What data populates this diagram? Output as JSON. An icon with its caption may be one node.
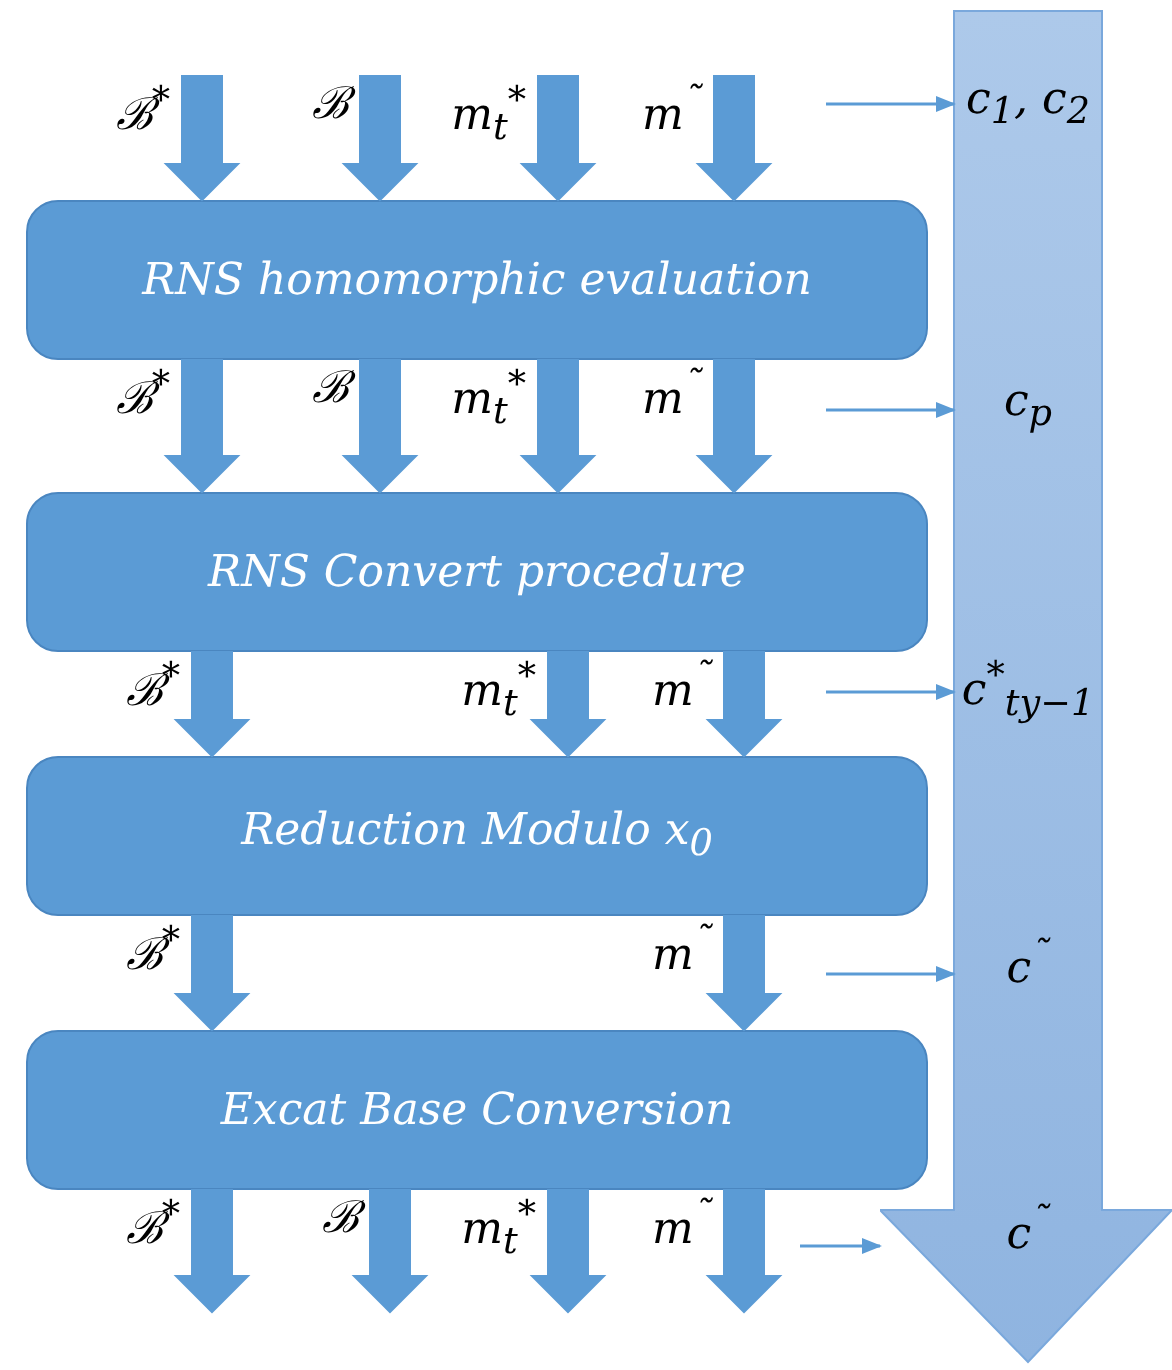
{
  "diagram": {
    "nodes": [
      {
        "text": [
          "RNS homomorphic evaluation"
        ]
      },
      {
        "text": [
          "RNS Convert procedure"
        ]
      },
      {
        "text": [
          "Reduction Modulo x$_{0}$"
        ]
      },
      {
        "text": [
          "Excat Base Conversion"
        ]
      },
      {
        "text": [
          "c$_{1}$, c$_{2}$",
          "c$_{p}$",
          "c$^{*}$$_{ty−1}$",
          "c$^{˜}$",
          "c$^{˜}$"
        ]
      }
    ],
    "edges": [
      {
        "from": null,
        "to": 0,
        "arrow": "to",
        "style": "thick",
        "label": "ℬ$^{*}$"
      },
      {
        "from": null,
        "to": 0,
        "arrow": "to",
        "style": "thick",
        "label": "ℬ"
      },
      {
        "from": null,
        "to": 0,
        "arrow": "to",
        "style": "thick",
        "label": "m$_{t}$$^{*}$"
      },
      {
        "from": null,
        "to": 0,
        "arrow": "to",
        "style": "thick",
        "label": "m$^{˜}$"
      },
      {
        "from": 0,
        "to": 1,
        "arrow": "to",
        "style": "thick",
        "label": "ℬ$^{*}$"
      },
      {
        "from": 0,
        "to": 1,
        "arrow": "to",
        "style": "thick",
        "label": "ℬ"
      },
      {
        "from": 0,
        "to": 1,
        "arrow": "to",
        "style": "thick",
        "label": "m$_{t}$$^{*}$"
      },
      {
        "from": 0,
        "to": 1,
        "arrow": "to",
        "style": "thick",
        "label": "m$^{˜}$"
      },
      {
        "from": 1,
        "to": 2,
        "arrow": "to",
        "style": "thick",
        "label": "ℬ$^{*}$"
      },
      {
        "from": 1,
        "to": 2,
        "arrow": "to",
        "style": "thick",
        "label": "m$_{t}$$^{*}$"
      },
      {
        "from": 1,
        "to": 2,
        "arrow": "to",
        "style": "thick",
        "label": "m$^{˜}$"
      },
      {
        "from": 2,
        "to": 3,
        "arrow": "to",
        "style": "thick",
        "label": "ℬ$^{*}$"
      },
      {
        "from": 2,
        "to": 3,
        "arrow": "to",
        "style": "thick",
        "label": "m$^{˜}$"
      },
      {
        "from": 3,
        "to": null,
        "arrow": "to",
        "style": "thick",
        "label": "ℬ$^{*}$"
      },
      {
        "from": 3,
        "to": null,
        "arrow": "to",
        "style": "thick",
        "label": "ℬ"
      },
      {
        "from": 3,
        "to": null,
        "arrow": "to",
        "style": "thick",
        "label": "m$_{t}$$^{*}$"
      },
      {
        "from": 3,
        "to": null,
        "arrow": "to",
        "style": "thick",
        "label": "m$^{˜}$"
      },
      {
        "from": null,
        "to": 4,
        "arrow": "to"
      },
      {
        "from": null,
        "to": 4,
        "arrow": "to"
      },
      {
        "from": null,
        "to": 4,
        "arrow": "to"
      },
      {
        "from": null,
        "to": 4,
        "arrow": "to"
      },
      {
        "from": null,
        "to": 4,
        "arrow": "to"
      }
    ]
  }
}
